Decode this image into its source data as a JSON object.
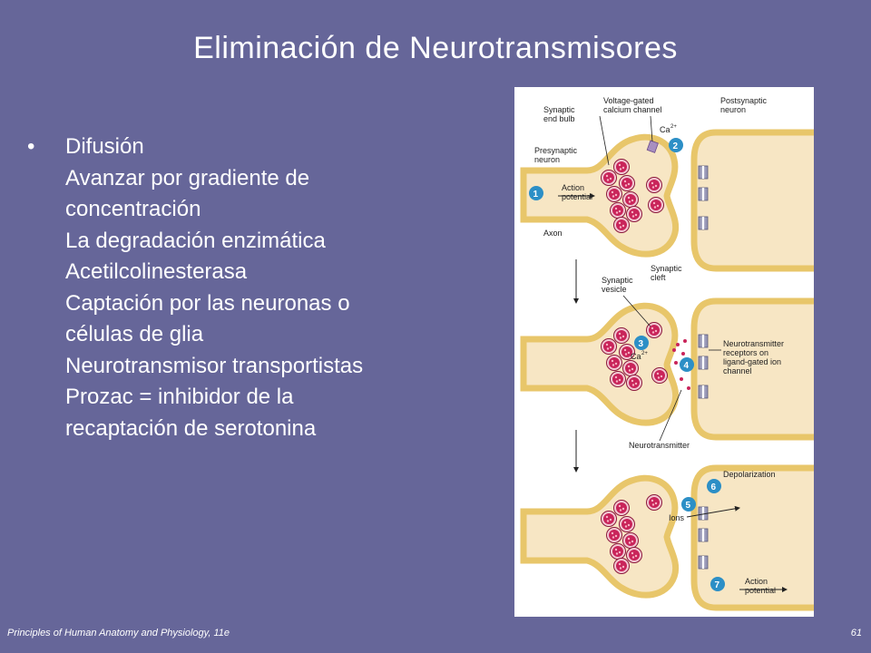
{
  "slide": {
    "title": "Eliminación de Neurotransmisores",
    "bullet_lines": [
      "Difusión",
      "Avanzar por gradiente de",
      "concentración",
      "La degradación enzimática",
      "Acetilcolinesterasa",
      "Captación por las neuronas o",
      "células de glia",
      "Neurotransmisor transportistas",
      "Prozac = inhibidor de la",
      "recaptación de serotonina"
    ],
    "bullet_symbol": "•"
  },
  "figure": {
    "labels": {
      "synaptic_end_bulb_1": "Synaptic",
      "synaptic_end_bulb_2": "end bulb",
      "voltage_gated_1": "Voltage-gated",
      "voltage_gated_2": "calcium channel",
      "postsynaptic_1": "Postsynaptic",
      "postsynaptic_2": "neuron",
      "ca_ion_top": "Ca",
      "ca_sup": "2+",
      "presynaptic_1": "Presynaptic",
      "presynaptic_2": "neuron",
      "action_1": "Action",
      "action_2": "potential",
      "axon": "Axon",
      "synaptic_cleft_1": "Synaptic",
      "synaptic_cleft_2": "cleft",
      "synaptic_vesicle_1": "Synaptic",
      "synaptic_vesicle_2": "vesicle",
      "ca_ion_mid": "Ca",
      "nt_receptors_1": "Neurotransmitter",
      "nt_receptors_2": "receptors on",
      "nt_receptors_3": "ligand-gated ion",
      "nt_receptors_4": "channel",
      "neurotransmitter": "Neurotransmitter",
      "depolarization": "Depolarization",
      "ions": "Ions",
      "action_bottom_1": "Action",
      "action_bottom_2": "potential"
    },
    "steps": [
      "1",
      "2",
      "3",
      "4",
      "5",
      "6",
      "7"
    ],
    "colors": {
      "membrane": "#e8c66a",
      "cytoplasm": "#f7e6c4",
      "vesicle": "#c9245a",
      "step_circle": "#2c8fc6",
      "receptor": "#9a9ab8"
    }
  },
  "footer": {
    "left": "Principles of Human Anatomy and Physiology, 11e",
    "right": "61"
  }
}
